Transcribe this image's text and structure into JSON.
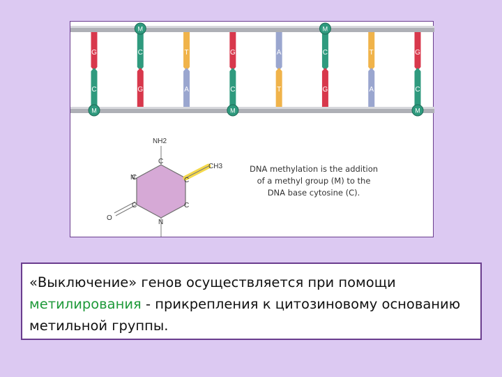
{
  "figure": {
    "methyl_label": "M",
    "rungs": [
      {
        "top": "G",
        "bottom": "C",
        "top_color": "#d8384c",
        "bottom_color": "#2f9a7e",
        "methyl": "bottom"
      },
      {
        "top": "C",
        "bottom": "G",
        "top_color": "#2f9a7e",
        "bottom_color": "#d8384c",
        "methyl": "top"
      },
      {
        "top": "T",
        "bottom": "A",
        "top_color": "#f0b34a",
        "bottom_color": "#9aa6cf",
        "methyl": ""
      },
      {
        "top": "G",
        "bottom": "C",
        "top_color": "#d8384c",
        "bottom_color": "#2f9a7e",
        "methyl": "bottom"
      },
      {
        "top": "A",
        "bottom": "T",
        "top_color": "#9aa6cf",
        "bottom_color": "#f0b34a",
        "methyl": ""
      },
      {
        "top": "C",
        "bottom": "G",
        "top_color": "#2f9a7e",
        "bottom_color": "#d8384c",
        "methyl": "top"
      },
      {
        "top": "T",
        "bottom": "A",
        "top_color": "#f0b34a",
        "bottom_color": "#9aa6cf",
        "methyl": ""
      },
      {
        "top": "G",
        "bottom": "C",
        "top_color": "#d8384c",
        "bottom_color": "#2f9a7e",
        "methyl": "bottom"
      }
    ],
    "molecule": {
      "nh2": "NH2",
      "ch3": "CH3",
      "atoms": [
        "C",
        "C",
        "C",
        "C",
        "C",
        "N",
        "N",
        "O"
      ]
    },
    "description_lines": [
      "DNA methylation is the addition",
      "of a methyl group (M) to the",
      "DNA base cytosine (C)."
    ]
  },
  "caption": {
    "part1": "«Выключение» генов осуществляется при помощи",
    "highlight": "метилирования",
    "part2": " - прикрепления к цитозиновому основанию метильной группы."
  },
  "colors": {
    "background": "#dcc9f2",
    "border": "#6a3d8e",
    "highlight": "#1f9a3a",
    "methyl_marker": "#2f9a7e",
    "ring_fill": "#d6a9d6"
  }
}
